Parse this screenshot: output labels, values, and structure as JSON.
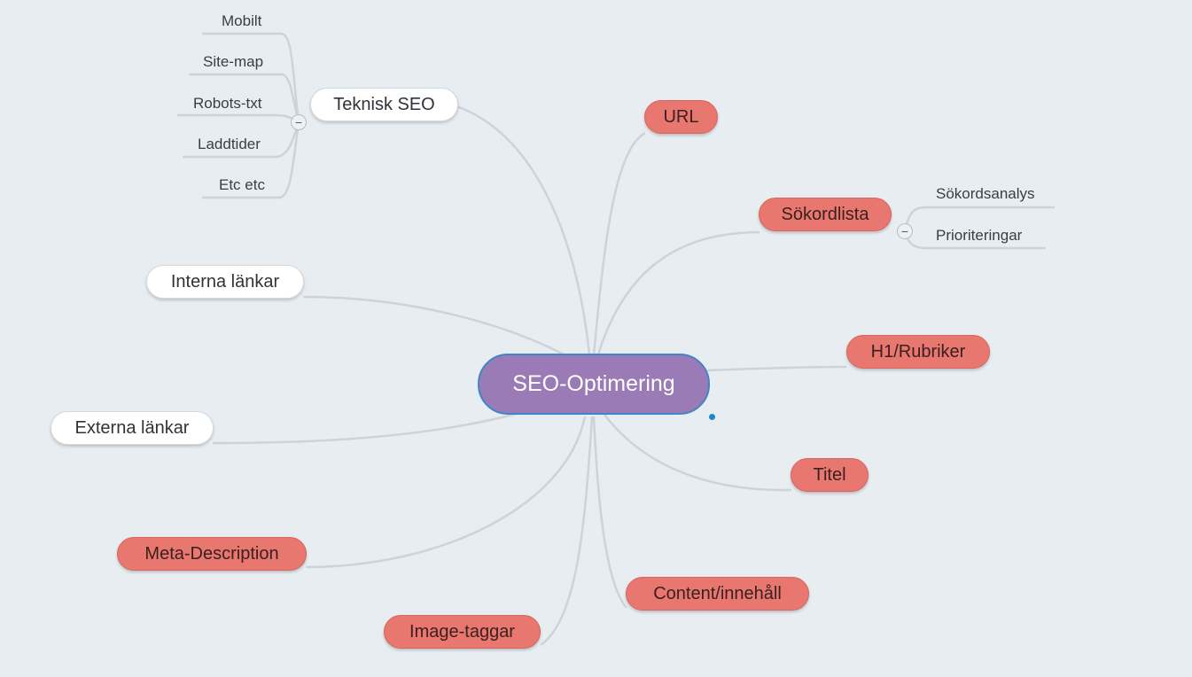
{
  "center": {
    "label": "SEO-Optimering"
  },
  "branches": {
    "teknisk_seo": {
      "label": "Teknisk SEO",
      "collapse_symbol": "−",
      "children": [
        "Mobilt",
        "Site-map",
        "Robots-txt",
        "Laddtider",
        "Etc etc"
      ]
    },
    "interna_lankar": {
      "label": "Interna länkar"
    },
    "externa_lankar": {
      "label": "Externa länkar"
    },
    "meta_description": {
      "label": "Meta-Description"
    },
    "image_taggar": {
      "label": "Image-taggar"
    },
    "url": {
      "label": "URL"
    },
    "sokordlista": {
      "label": "Sökordlista",
      "collapse_symbol": "−",
      "children": [
        "Sökordsanalys",
        "Prioriteringar"
      ]
    },
    "h1_rubriker": {
      "label": "H1/Rubriker"
    },
    "titel": {
      "label": "Titel"
    },
    "content": {
      "label": "Content/innehåll"
    }
  },
  "colors": {
    "background": "#e8edf1",
    "center_fill": "#9a7bb5",
    "center_border": "#3f86c9",
    "red_node": "#e8776f",
    "white_node": "#ffffff",
    "connector": "#cdd3d8",
    "selection_dot": "#1f86c9"
  }
}
